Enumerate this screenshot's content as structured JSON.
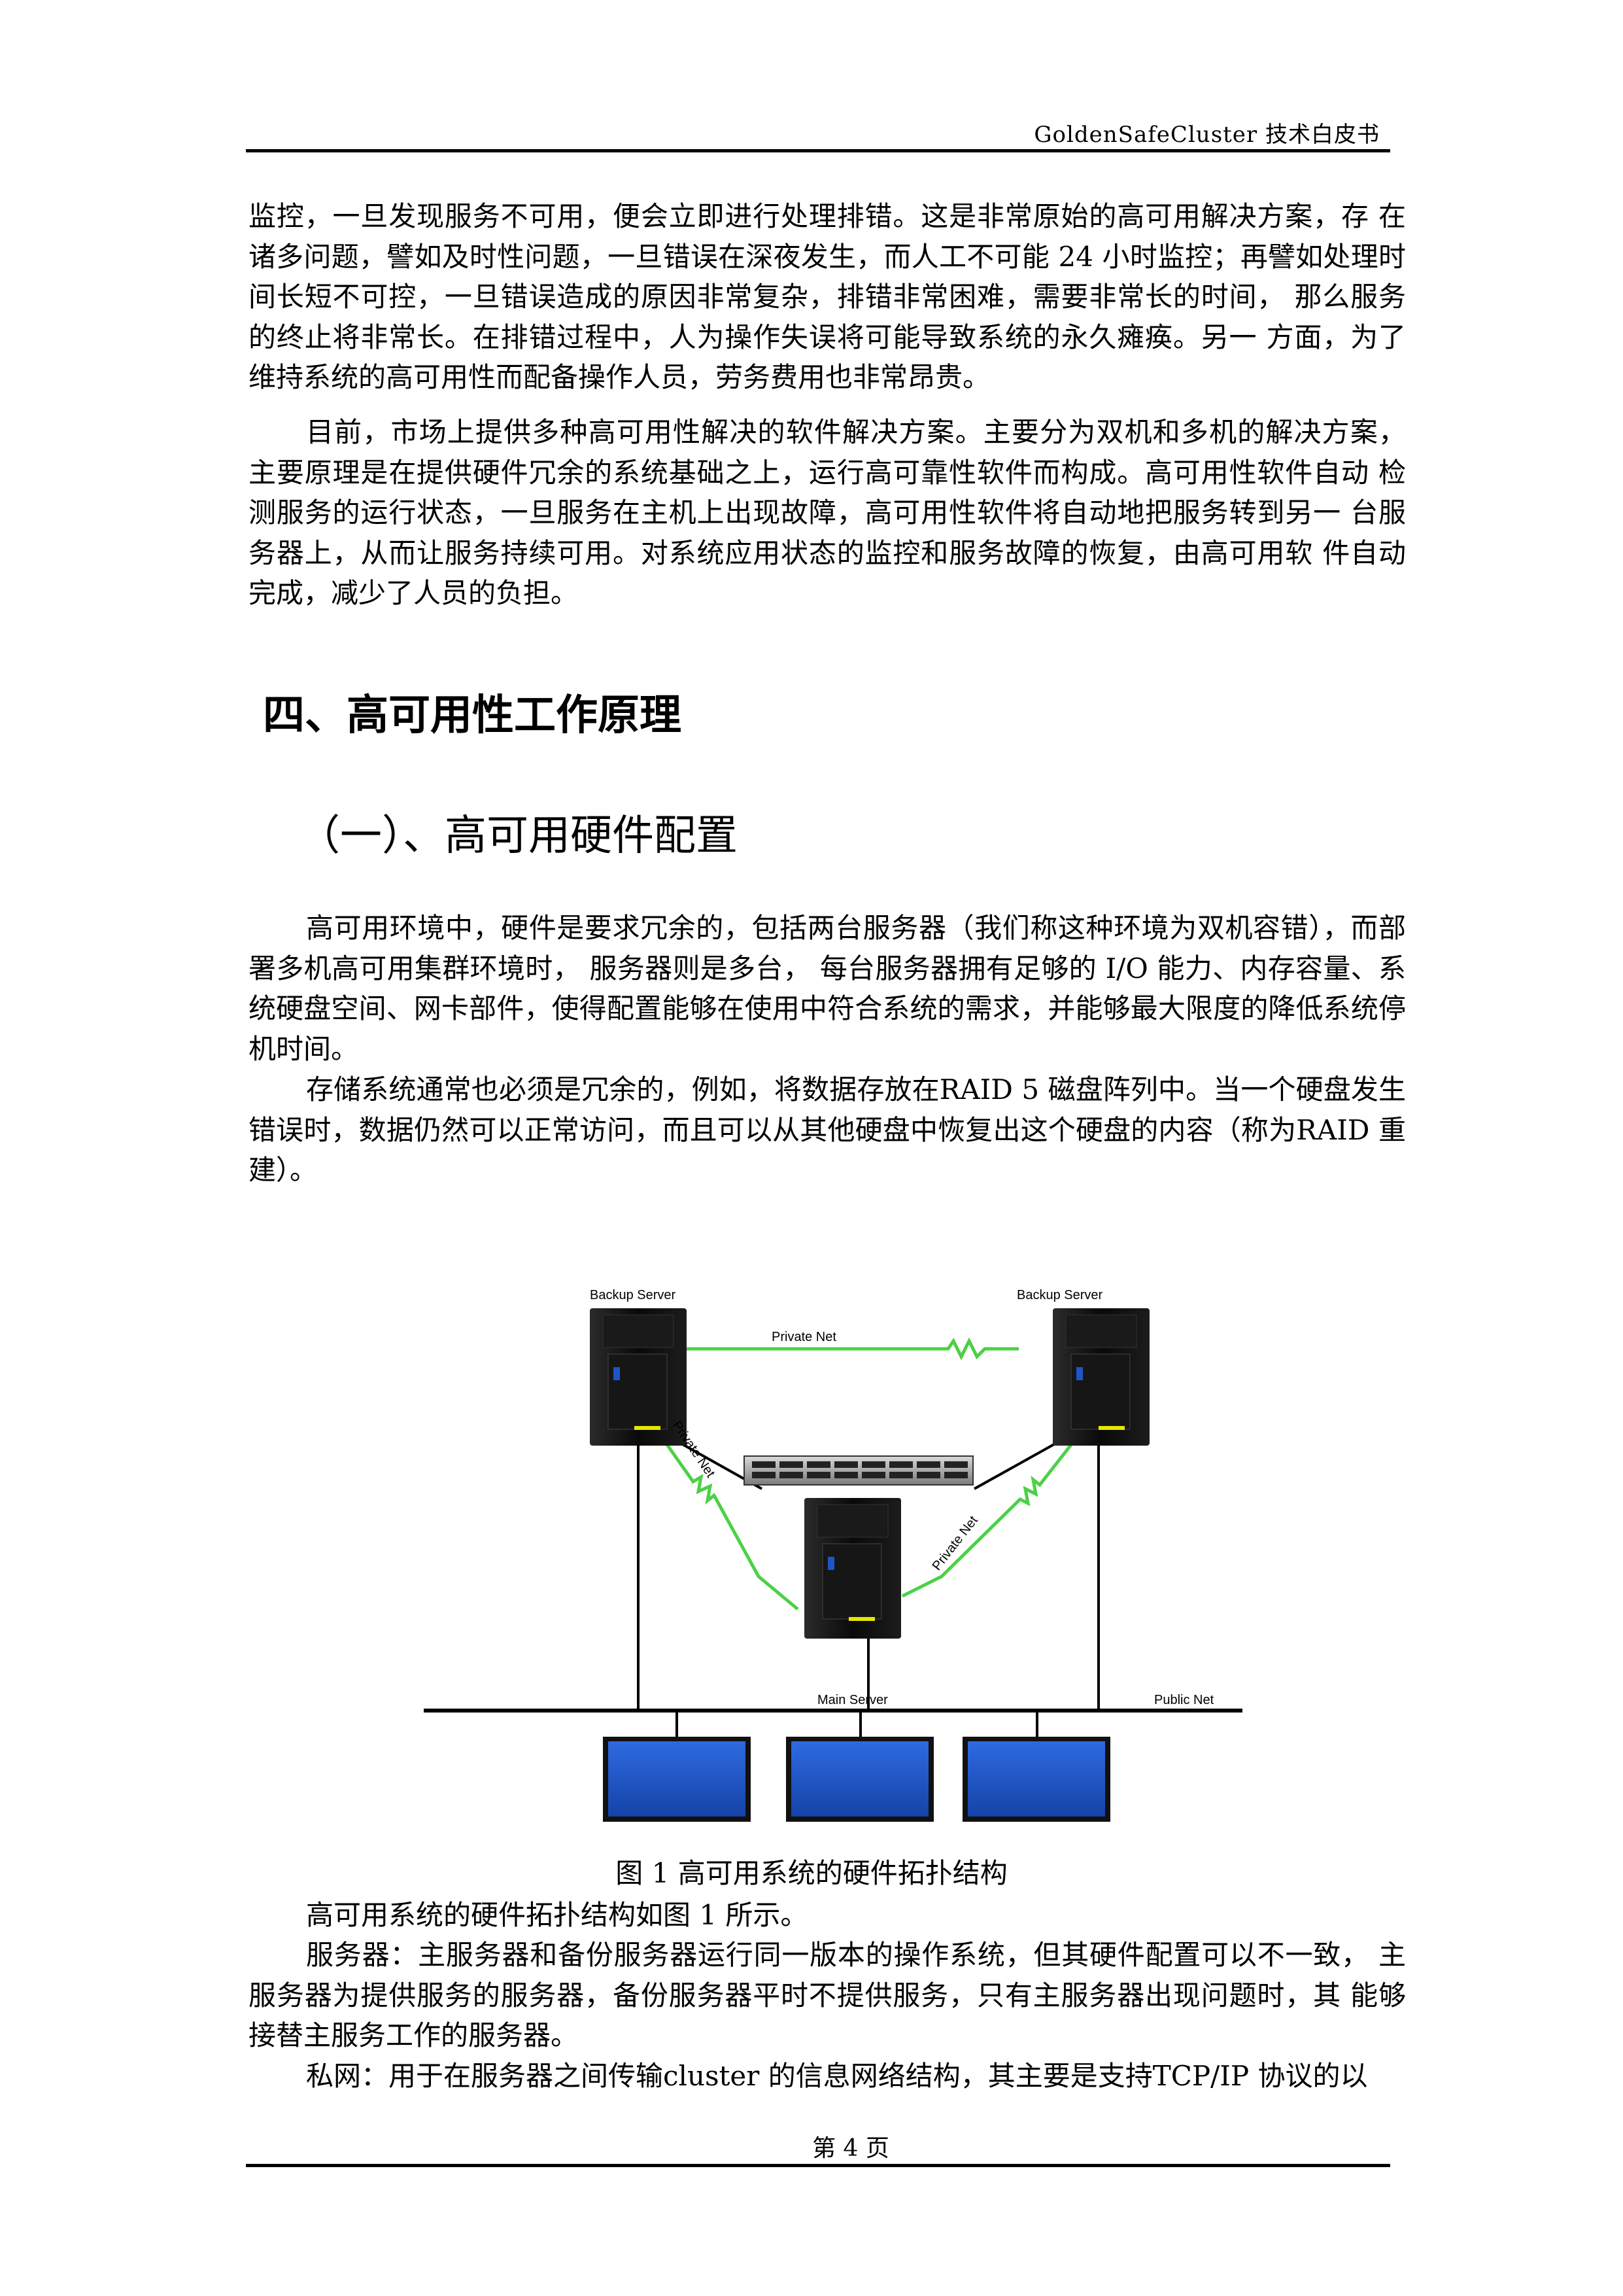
{
  "header": {
    "title": "GoldenSafeCluster 技术白皮书"
  },
  "paragraphs_top": [
    "监控，一旦发现服务不可用，便会立即进行处理排错。这是非常原始的高可用解决方案，存 在诸多问题，譬如及时性问题，一旦错误在深夜发生，而人工不可能 24 小时监控；再譬如处理时间长短不可控，一旦错误造成的原因非常复杂，排错非常困难，需要非常长的时间， 那么服务的终止将非常长。在排错过程中，人为操作失误将可能导致系统的永久瘫痪。另一 方面，为了维持系统的高可用性而配备操作人员，劳务费用也非常昂贵。",
    "目前，市场上提供多种高可用性解决的软件解决方案。主要分为双机和多机的解决方案， 主要原理是在提供硬件冗余的系统基础之上，运行高可靠性软件而构成。高可用性软件自动 检测服务的运行状态，一旦服务在主机上出现故障，高可用性软件将自动地把服务转到另一 台服务器上，从而让服务持续可用。对系统应用状态的监控和服务故障的恢复，由高可用软 件自动完成，减少了人员的负担。"
  ],
  "section_heading": "四、高可用性工作原理",
  "subsection_heading": "（一）、高可用硬件配置",
  "paragraphs_mid": [
    "高可用环境中，硬件是要求冗余的，包括两台服务器（我们称这种环境为双机容错），而部署多机高可用集群环境时， 服务器则是多台， 每台服务器拥有足够的 I/O 能力、内存容量、系统硬盘空间、网卡部件，使得配置能够在使用中符合系统的需求，并能够最大限度的降低系统停机时间。",
    "存储系统通常也必须是冗余的，例如，将数据存放在RAID 5 磁盘阵列中。当一个硬盘发生错误时，数据仍然可以正常访问，而且可以从其他硬盘中恢复出这个硬盘的内容（称为RAID 重建）。"
  ],
  "figure": {
    "labels": {
      "backup_left": "Backup Server",
      "backup_right": "Backup Server",
      "private_net_top": "Private Net",
      "private_net_left": "Private Net",
      "private_net_right": "Private Net",
      "main_server": "Main Server",
      "public_net": "Public Net"
    },
    "colors": {
      "private_net_link": "#4cd046",
      "monitor_screen": "#1f55c8",
      "server_body": "#111111"
    },
    "caption": "图 1 高可用系统的硬件拓扑结构"
  },
  "paragraphs_bottom": [
    "高可用系统的硬件拓扑结构如图 1 所示。",
    "服务器：主服务器和备份服务器运行同一版本的操作系统，但其硬件配置可以不一致， 主服务器为提供服务的服务器，备份服务器平时不提供服务，只有主服务器出现问题时，其 能够接替主服务工作的服务器。",
    "私网：用于在服务器之间传输cluster 的信息网络结构，其主要是支持TCP/IP 协议的以"
  ],
  "footer": {
    "page": "第 4 页"
  }
}
